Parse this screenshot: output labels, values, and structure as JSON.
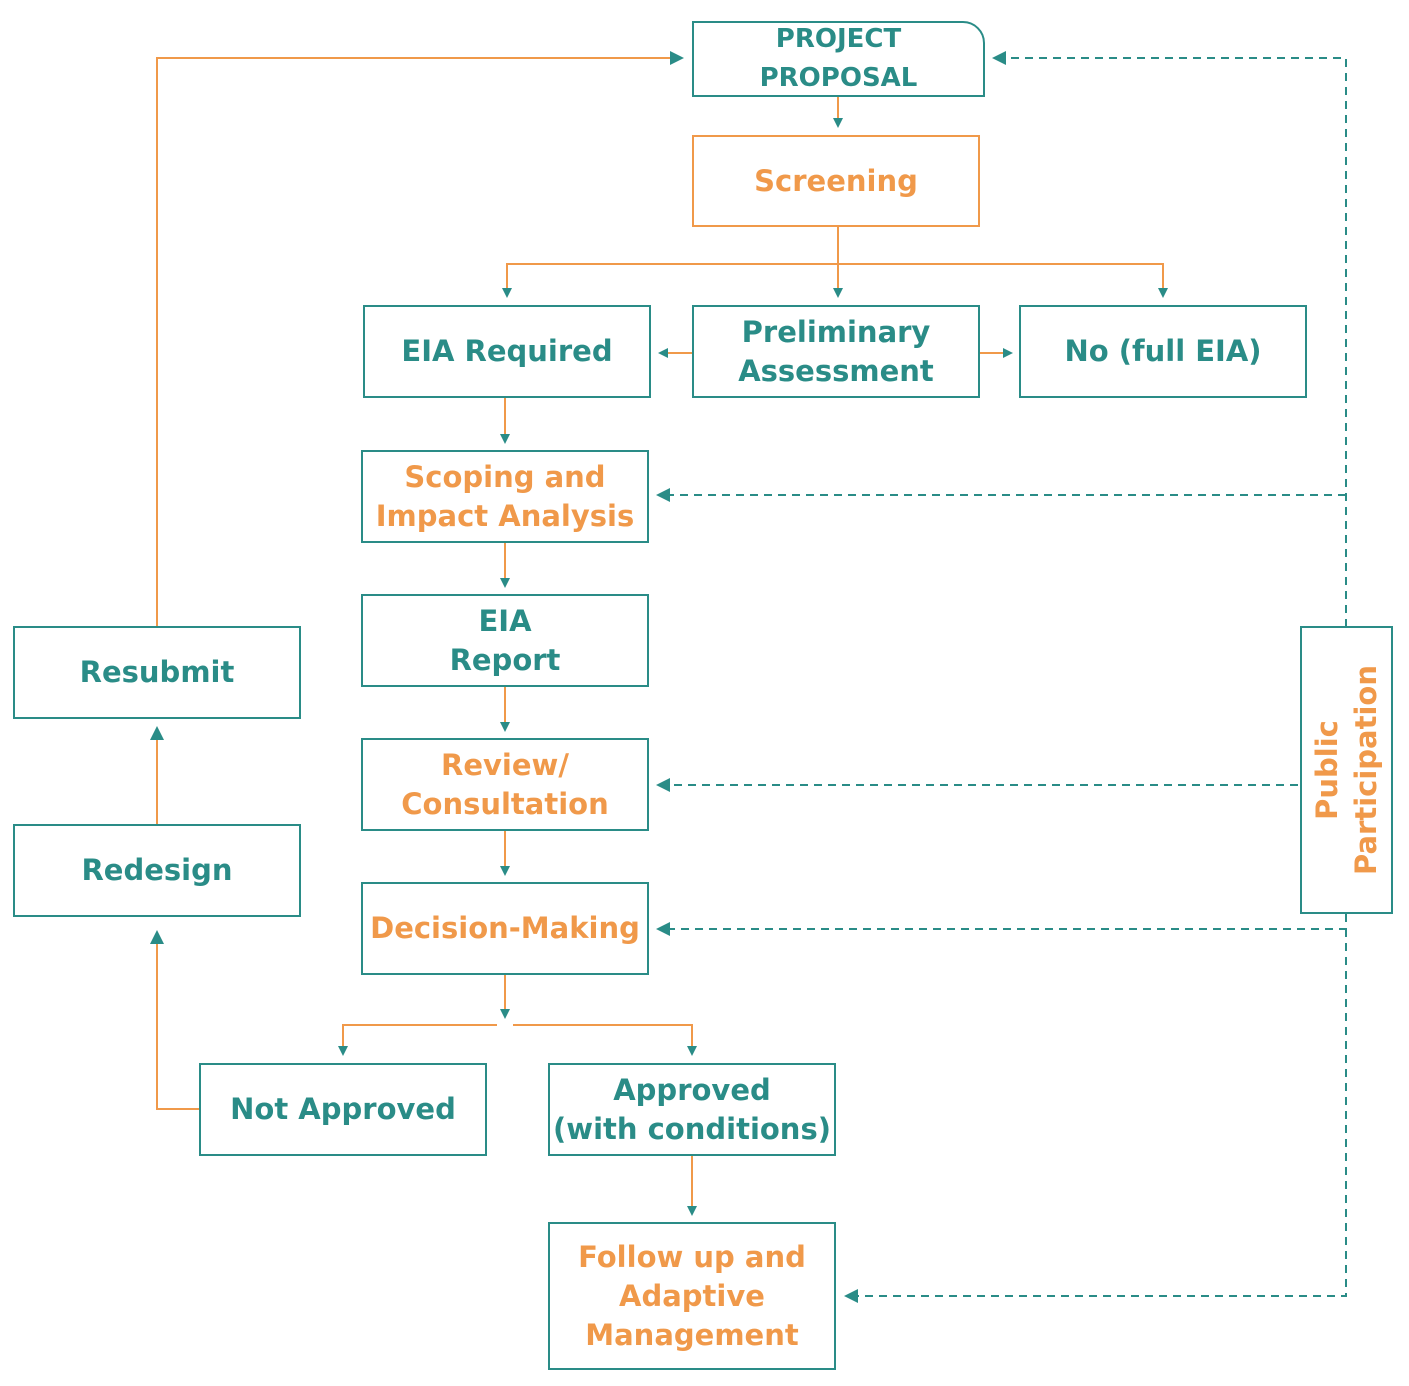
{
  "colors": {
    "teal": "#2a8c87",
    "orange": "#f0994a"
  },
  "nodes": {
    "project_proposal": "PROJECT PROPOSAL",
    "screening": "Screening",
    "eia_required": "EIA Required",
    "preliminary_assessment": "Preliminary\nAssessment",
    "no_full_eia": "No (full EIA)",
    "scoping": "Scoping and\nImpact Analysis",
    "eia_report": "EIA\nReport",
    "review": "Review/\nConsultation",
    "decision": "Decision-Making",
    "not_approved": "Not Approved",
    "approved": "Approved\n(with conditions)",
    "follow_up": "Follow up and\nAdaptive\nManagement",
    "resubmit": "Resubmit",
    "redesign": "Redesign",
    "public_participation": "Public\nParticipation"
  }
}
